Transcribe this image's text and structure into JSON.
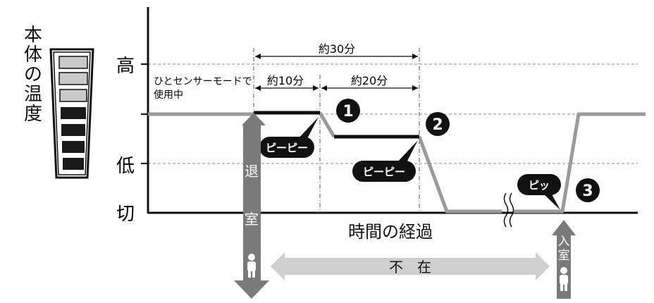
{
  "side_label": [
    "本",
    "体",
    "の",
    "温",
    "度"
  ],
  "levels": {
    "high": "高",
    "low": "低",
    "off": "切"
  },
  "mode_note": [
    "ひとセンサーモードで",
    "使用中"
  ],
  "durations": {
    "total": "約30分",
    "first": "約10分",
    "second": "約20分"
  },
  "markers": {
    "one": "1",
    "two": "2",
    "three": "3"
  },
  "beeps": {
    "beep1": "ピーピー",
    "beep2": "ピーピー",
    "beep3": "ピッ"
  },
  "xlabel": "時間の経過",
  "leave": [
    "退",
    "室"
  ],
  "enter": [
    "入",
    "室"
  ],
  "absent": "不　在",
  "colors": {
    "line_gray": "#9a9a9a",
    "arrow_dark": "#7a7a7a",
    "arrow_light": "#cfcfcf",
    "bar_light": "#c9c9c9",
    "bar_dark": "#1a1a1a",
    "ink": "#111111"
  },
  "icons": [
    "person-icon",
    "break-mark-icon",
    "speech-bubble-icon",
    "thermometer-bar-icon"
  ]
}
